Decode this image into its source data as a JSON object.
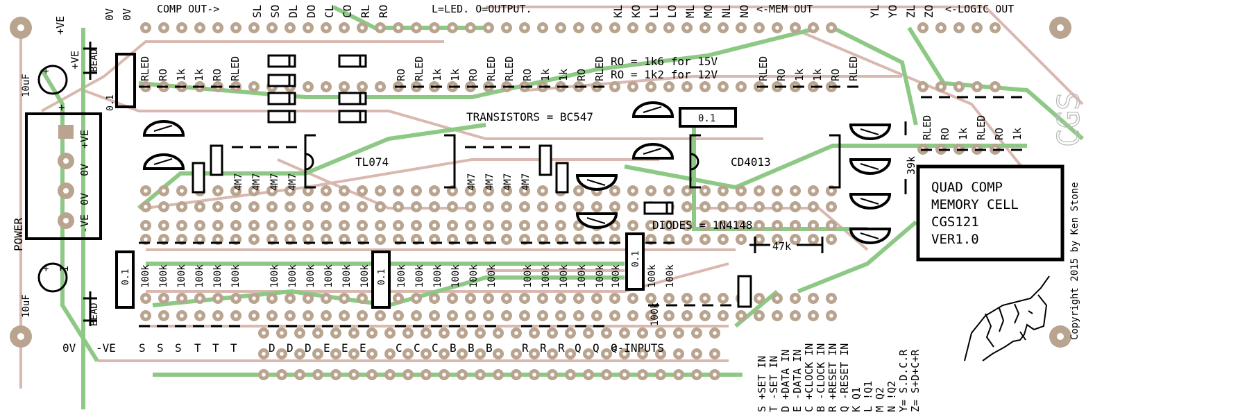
{
  "top_labels": {
    "plus_ve": "+VE",
    "zero_v_a": "0V",
    "zero_v_b": "0V",
    "comp_out": "COMP OUT->",
    "comp_cols": [
      "SL",
      "SO",
      "DL",
      "DO",
      "CL",
      "CO",
      "RL",
      "RO"
    ],
    "legend": "L=LED. O=OUTPUT.",
    "mem_cols": [
      "KL",
      "KO",
      "LL",
      "LO",
      "ML",
      "MO",
      "NL",
      "NO"
    ],
    "mem_out": "<-MEM OUT",
    "logic_cols": [
      "YL",
      "YO",
      "ZL",
      "ZO"
    ],
    "logic_out": "<-LOGIC OUT"
  },
  "left": {
    "plus_ve": "+VE",
    "bead_top": "BEAD",
    "cap_top": "10uF",
    "cap_bottom": "10uF",
    "bead_bottom": "BEAD",
    "power": "POWER",
    "conn_labels": [
      "+VE",
      "0V",
      "0V",
      "-VE"
    ],
    "dec_cap": "0.1"
  },
  "notes": {
    "ro_15": "RO = 1k6 for 15V",
    "ro_12": "RO = 1k2 for 12V",
    "transistors": "TRANSISTORS = BC547",
    "diodes": "DIODES = 1N4148",
    "ic1": "TL074",
    "ic2": "CD4013",
    "r47k": "47k",
    "r39k": "39k",
    "cap_ic": "0.1"
  },
  "resistor_labels": {
    "top_group1": [
      "RLED",
      "RO",
      "1k",
      "1k",
      "RO",
      "RLED"
    ],
    "top_group2": [
      "RO",
      "RLED",
      "1k",
      "1k",
      "RO",
      "RLED",
      "RLED",
      "RO",
      "1k",
      "1k",
      "RO",
      "RLED"
    ],
    "top_group3": [
      "RLED",
      "RO",
      "1k",
      "1k",
      "RO",
      "RLED"
    ],
    "right_group": [
      "RLED",
      "RO",
      "1k",
      "RLED",
      "RO",
      "1k"
    ],
    "mid_4m7_a": [
      "4M7",
      "4M7",
      "4M7",
      "4M7"
    ],
    "mid_4m7_b": [
      "4M7",
      "4M7",
      "4M7",
      "4M7"
    ],
    "bottom_100k_a": [
      "100k",
      "100k",
      "100k",
      "100k",
      "100k",
      "100k"
    ],
    "bottom_100k_b": [
      "100k",
      "100k",
      "100k",
      "100k",
      "100k",
      "100k"
    ],
    "bottom_100k_c": [
      "100k",
      "100k",
      "100k",
      "100k",
      "100k",
      "100k"
    ],
    "bottom_100k_d": [
      "100k",
      "100k",
      "100k",
      "100k",
      "100k"
    ],
    "bottom_100k_e": [
      "100k",
      "100k",
      "100k",
      "100k"
    ],
    "caps_0_1": [
      "0.1",
      "0.1",
      "0.1"
    ]
  },
  "title_box": {
    "line1": "QUAD COMP",
    "line2": "MEMORY CELL",
    "line3": "CGS121",
    "line4": "VER1.0"
  },
  "copyright": "Copyright 2015 by Ken Stone",
  "logo_text": "CGS",
  "bottom_labels": {
    "power_pins": [
      "0V",
      "-VE"
    ],
    "inputs": [
      "S",
      "S",
      "S",
      "T",
      "T",
      "T",
      "D",
      "D",
      "D",
      "E",
      "E",
      "E",
      "C",
      "C",
      "C",
      "B",
      "B",
      "B",
      "R",
      "R",
      "R",
      "Q",
      "Q",
      "Q"
    ],
    "inputs_tag": "<-INPUTS"
  },
  "pin_legend": [
    "S +SET IN",
    "T -SET IN",
    "D +DATA IN",
    "E -DATA IN",
    "C +CLOCK IN",
    "B -CLOCK IN",
    "R +RESET IN",
    "Q -RESET IN",
    "K Q1",
    "L !Q1",
    "M Q2",
    "N !Q2",
    "Y= S.D.C.R",
    "Z= S+D+C+R"
  ]
}
